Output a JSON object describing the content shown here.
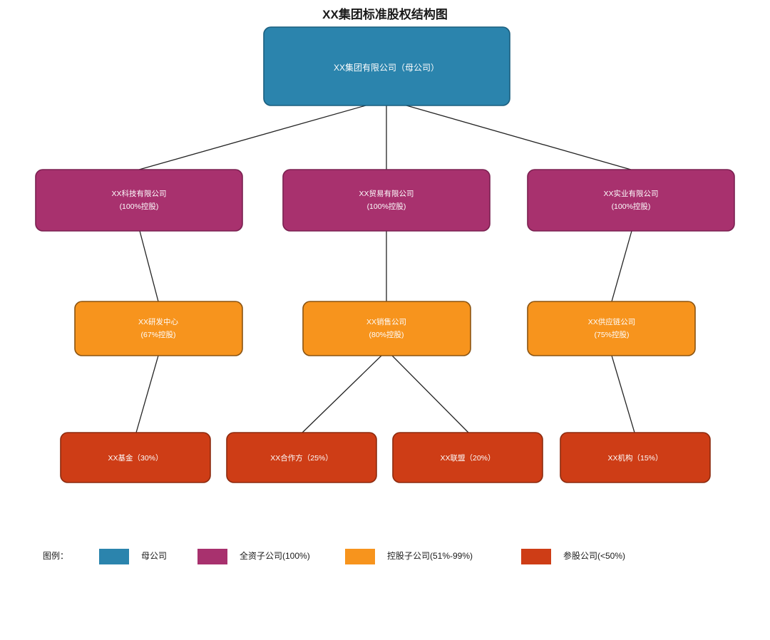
{
  "title": "XX集团标准股权结构图",
  "colors": {
    "parent": "#2B84AD",
    "wholly_owned": "#A8316E",
    "controlled": "#F7941D",
    "minority": "#CE3D16",
    "parent_stroke": "#1A5E7E",
    "wholly_owned_stroke": "#7A2050",
    "controlled_stroke": "#8A5310",
    "minority_stroke": "#8C2A0E",
    "connector": "#232323",
    "text": "#1a1a1a",
    "node_text": "#fdfdfd"
  },
  "nodes": {
    "root": {
      "label": "XX集团有限公司（母公司）",
      "category": "parent"
    },
    "level2": [
      {
        "line1": "XX科技有限公司",
        "line2": "(100%控股)",
        "category": "wholly_owned"
      },
      {
        "line1": "XX贸易有限公司",
        "line2": "(100%控股)",
        "category": "wholly_owned"
      },
      {
        "line1": "XX实业有限公司",
        "line2": "(100%控股)",
        "category": "wholly_owned"
      }
    ],
    "level3": [
      {
        "line1": "XX研发中心",
        "line2": "(67%控股)",
        "category": "controlled"
      },
      {
        "line1": "XX销售公司",
        "line2": "(80%控股)",
        "category": "controlled"
      },
      {
        "line1": "XX供应链公司",
        "line2": "(75%控股)",
        "category": "controlled"
      }
    ],
    "level4": [
      {
        "line1": "XX基金（30%）",
        "line2": "",
        "category": "minority"
      },
      {
        "line1": "XX合作方（25%）",
        "line2": "",
        "category": "minority"
      },
      {
        "line1": "XX联盟（20%）",
        "line2": "",
        "category": "minority"
      },
      {
        "line1": "XX机构（15%）",
        "line2": "",
        "category": "minority"
      }
    ]
  },
  "legend": {
    "title": "图例：",
    "items": [
      {
        "label": "母公司",
        "color": "#2B84AD"
      },
      {
        "label": "全资子公司(100%)",
        "color": "#A8316E"
      },
      {
        "label": "控股子公司(51%-99%)",
        "color": "#F7941D"
      },
      {
        "label": "参股公司(<50%)",
        "color": "#CE3D16"
      }
    ]
  },
  "chart_data": {
    "type": "diagram",
    "diagram_kind": "org-chart-ownership-structure",
    "title": "XX集团标准股权结构图",
    "levels": [
      {
        "level": 1,
        "nodes": [
          "XX集团有限公司（母公司）"
        ]
      },
      {
        "level": 2,
        "nodes": [
          "XX科技有限公司 (100%控股)",
          "XX贸易有限公司 (100%控股)",
          "XX实业有限公司 (100%控股)"
        ]
      },
      {
        "level": 3,
        "nodes": [
          "XX研发中心 (67%控股)",
          "XX销售公司 (80%控股)",
          "XX供应链公司 (75%控股)"
        ]
      },
      {
        "level": 4,
        "nodes": [
          "XX基金（30%）",
          "XX合作方（25%）",
          "XX联盟（20%）",
          "XX机构（15%）"
        ]
      }
    ],
    "ownership_percentages": {
      "XX科技有限公司": 100,
      "XX贸易有限公司": 100,
      "XX实业有限公司": 100,
      "XX研发中心": 67,
      "XX销售公司": 80,
      "XX供应链公司": 75,
      "XX基金": 30,
      "XX合作方": 25,
      "XX联盟": 20,
      "XX机构": 15
    },
    "edges": [
      {
        "from": "XX集团有限公司（母公司）",
        "to": "XX科技有限公司"
      },
      {
        "from": "XX集团有限公司（母公司）",
        "to": "XX贸易有限公司"
      },
      {
        "from": "XX集团有限公司（母公司）",
        "to": "XX实业有限公司"
      },
      {
        "from": "XX科技有限公司",
        "to": "XX研发中心"
      },
      {
        "from": "XX贸易有限公司",
        "to": "XX销售公司"
      },
      {
        "from": "XX实业有限公司",
        "to": "XX供应链公司"
      },
      {
        "from": "XX研发中心",
        "to": "XX基金"
      },
      {
        "from": "XX销售公司",
        "to": "XX合作方"
      },
      {
        "from": "XX销售公司",
        "to": "XX联盟"
      },
      {
        "from": "XX供应链公司",
        "to": "XX机构"
      }
    ],
    "legend": [
      {
        "label": "母公司",
        "color": "#2B84AD"
      },
      {
        "label": "全资子公司(100%)",
        "color": "#A8316E"
      },
      {
        "label": "控股子公司(51%-99%)",
        "color": "#F7941D"
      },
      {
        "label": "参股公司(<50%)",
        "color": "#CE3D16"
      }
    ]
  }
}
